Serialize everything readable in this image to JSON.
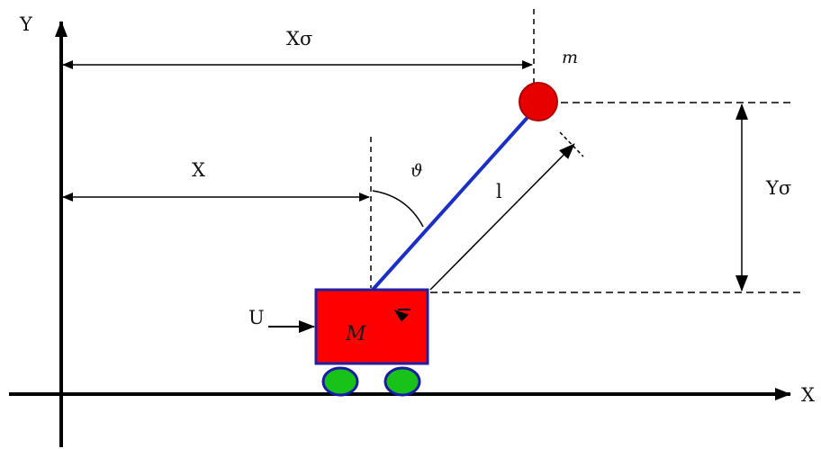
{
  "labels": {
    "axis_y": "Y",
    "axis_x": "X",
    "x_cart": "X",
    "x_pendulum": "Xσ",
    "y_pendulum": "Yσ",
    "angle": "ϑ",
    "length": "l",
    "mass_pendulum": "m",
    "mass_cart": "M",
    "force": "U"
  },
  "colors": {
    "line": "#000000",
    "cart_fill": "#ff0000",
    "cart_border": "#2020a0",
    "rod": "#1a2fc8",
    "bob": "#e60000",
    "wheel_fill": "#19c219",
    "wheel_border": "#1a1aa8"
  }
}
